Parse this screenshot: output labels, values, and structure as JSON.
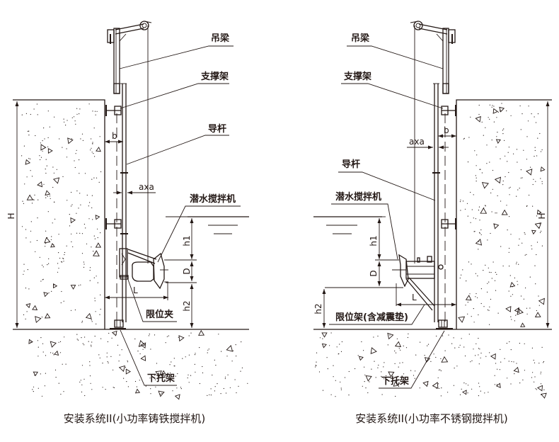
{
  "colors": {
    "line": "#231815",
    "background": "#ffffff"
  },
  "left_figure": {
    "caption": "安装系统II(小功率铸铁搅拌机)",
    "callouts": {
      "lifting_beam": "吊梁",
      "support_frame": "支撑架",
      "guide_rod": "导杆",
      "mixer": "潜水搅拌机",
      "limit_clamp": "限位夹",
      "lower_bracket": "下托架"
    },
    "dimensions": {
      "b": "b",
      "axa": "axa",
      "H": "H",
      "h1": "h1",
      "D": "D",
      "h2": "h2",
      "L": "L"
    }
  },
  "right_figure": {
    "caption": "安装系统II(小功率不锈钢搅拌机)",
    "callouts": {
      "lifting_beam": "吊梁",
      "support_frame": "支撑架",
      "guide_rod": "导杆",
      "mixer": "潜水搅拌机",
      "limit_frame": "限位架(含减震垫)",
      "lower_bracket": "下托架"
    },
    "dimensions": {
      "b": "b",
      "axa": "axa",
      "H": "H",
      "h1": "h1",
      "D": "D",
      "h2": "h2",
      "L": "L"
    }
  }
}
